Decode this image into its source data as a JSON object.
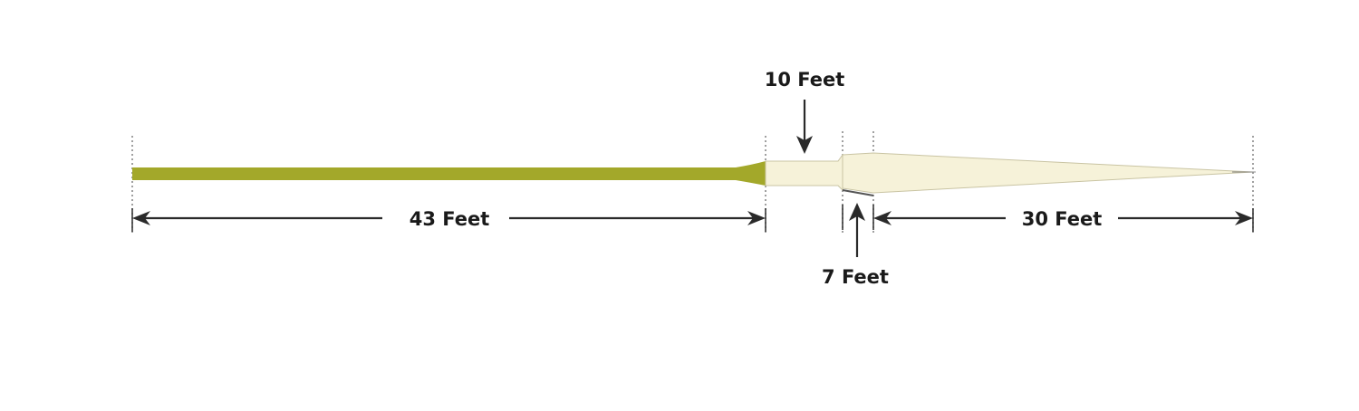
{
  "diagram": {
    "segments": [
      {
        "id": "running-line",
        "label": "43 Feet",
        "length_ft": 43
      },
      {
        "id": "rear-taper-belly",
        "label": "10 Feet",
        "length_ft": 10
      },
      {
        "id": "short-belly",
        "label": "7 Feet",
        "length_ft": 7
      },
      {
        "id": "front-taper",
        "label": "30 Feet",
        "length_ft": 30
      }
    ],
    "colors": {
      "running_line": "#a3a82a",
      "head": "#f6f2d9",
      "head_outline": "#c9c4a3",
      "dimension_lines": "#2a2a2a"
    }
  }
}
